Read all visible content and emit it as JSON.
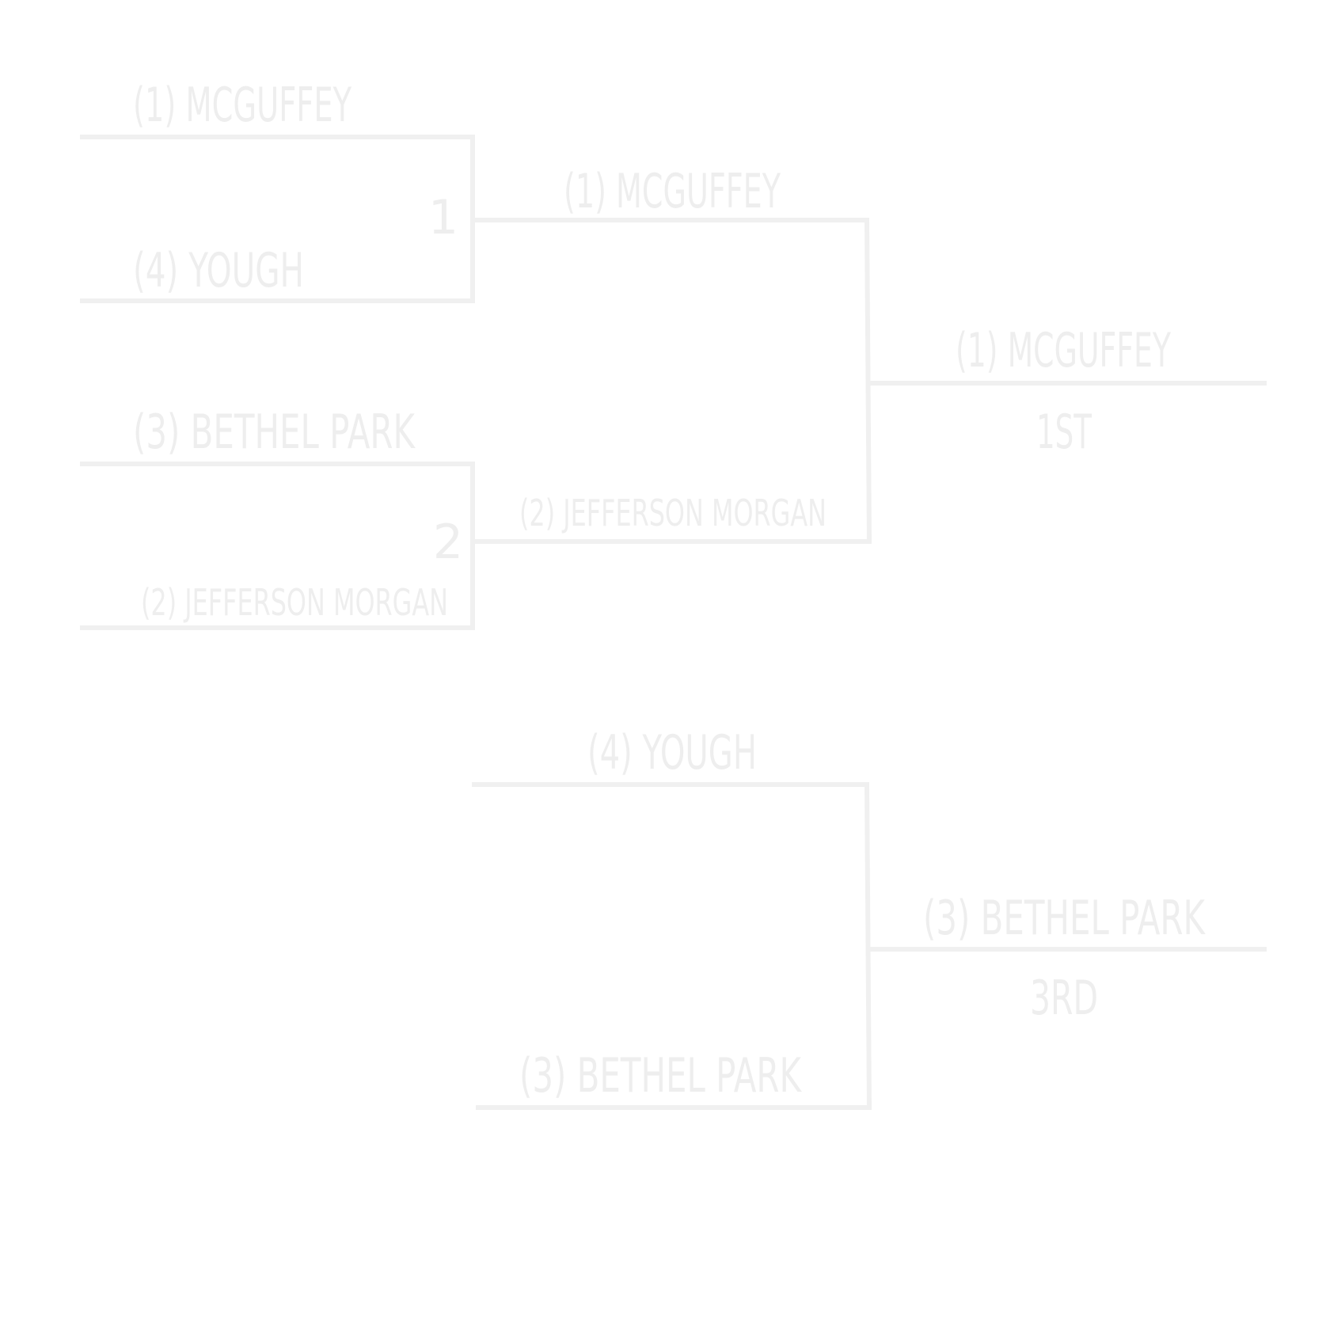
{
  "semifinals": [
    {
      "number": "1",
      "top_team": "(1) MCGUFFEY",
      "bottom_team": "(4) YOUGH"
    },
    {
      "number": "2",
      "top_team": "(3) BETHEL PARK",
      "bottom_team": "(2) JEFFERSON MORGAN"
    }
  ],
  "championship": {
    "top_team": "(1) MCGUFFEY",
    "bottom_team": "(2) JEFFERSON MORGAN",
    "winner": "(1) MCGUFFEY",
    "place_label": "1ST"
  },
  "third_place": {
    "top_team": "(4) YOUGH",
    "bottom_team": "(3) BETHEL PARK",
    "winner": "(3) BETHEL PARK",
    "place_label": "3RD"
  },
  "colors": {
    "line": "#f0f0f0",
    "text": "#eeeeee",
    "background": "#ffffff"
  }
}
